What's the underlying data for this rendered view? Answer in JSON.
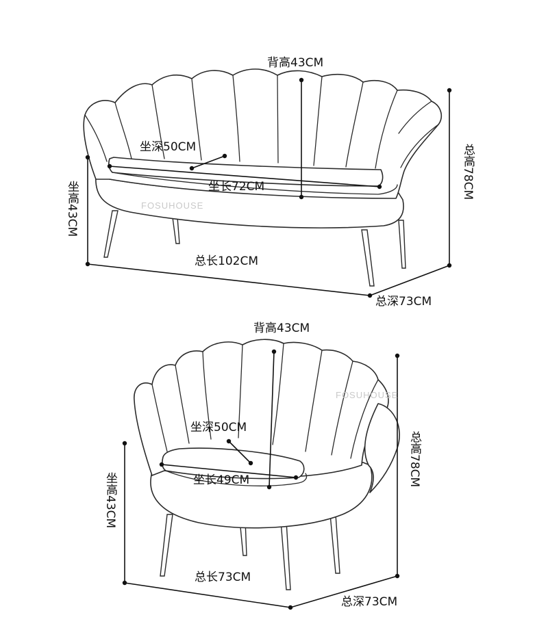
{
  "sofa": {
    "watermark": "FOSUHOUSE",
    "back_height": "背高43CM",
    "seat_depth": "坐深50CM",
    "seat_length": "坐长72CM",
    "seat_height": "坐高43CM",
    "total_height": "总高78CM",
    "total_length": "总长102CM",
    "total_depth": "总深73CM"
  },
  "chair": {
    "watermark": "FOSUHOUSE",
    "back_height": "背高43CM",
    "seat_depth": "坐深50CM",
    "seat_length": "坐长49CM",
    "seat_height": "坐高43CM",
    "total_height": "总高78CM",
    "total_length": "总长73CM",
    "total_depth": "总深73CM"
  }
}
